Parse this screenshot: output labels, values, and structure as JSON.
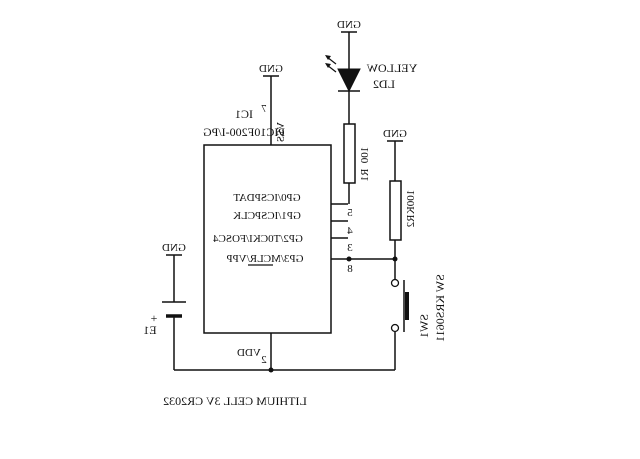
{
  "ic": {
    "ref": "IC1",
    "part": "PIC10F200-I/PG",
    "pins": {
      "vss": "VSS",
      "vss_num": "7",
      "gp0": "GP0/ICSPDAT",
      "gp0_num": "5",
      "gp1": "GP1/ICSPCLK",
      "gp1_num": "4",
      "gp2": "GP2/T0CKI/FOSC4",
      "gp2_num": "3",
      "gp3": "GP3/MCLR/VPP",
      "gp3_num": "8",
      "vdd": "VDD",
      "vdd_num": "2"
    }
  },
  "led": {
    "ref": "LD2",
    "color": "YELLOW"
  },
  "r1": {
    "ref": "R1",
    "value": "100"
  },
  "r2": {
    "ref": "R2",
    "value": "100K"
  },
  "switch": {
    "ref": "SW1",
    "part": "SW KRS0611"
  },
  "battery": {
    "ref": "E1",
    "plus": "+",
    "label": "LITHIUM CELL 3V CR2032"
  },
  "ground": {
    "label": "GND"
  }
}
